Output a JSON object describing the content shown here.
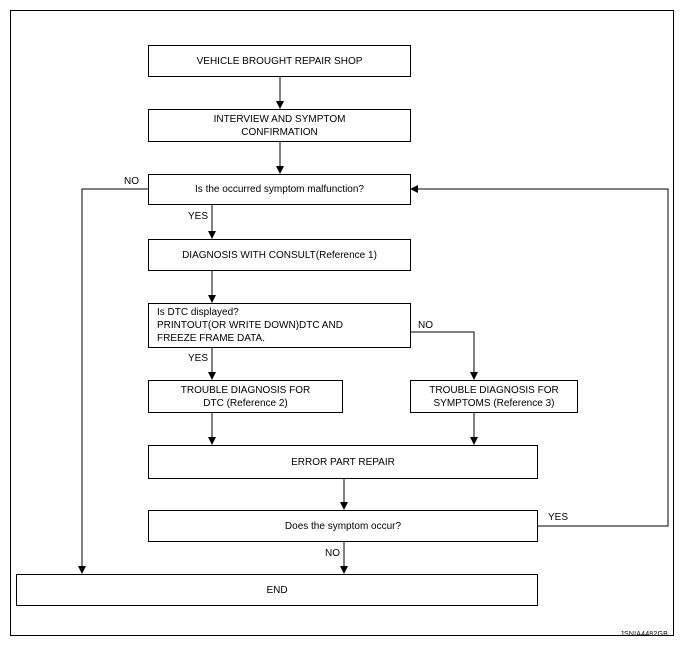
{
  "boxes": {
    "b1": "VEHICLE BROUGHT REPAIR SHOP",
    "b2": "INTERVIEW AND SYMPTOM\nCONFIRMATION",
    "b3": "Is the occurred symptom malfunction?",
    "b4": "DIAGNOSIS WITH CONSULT(Reference 1)",
    "b5": "Is DTC displayed?\nPRINTOUT(OR WRITE DOWN)DTC AND\nFREEZE FRAME DATA.",
    "b6": "TROUBLE DIAGNOSIS FOR\nDTC (Reference 2)",
    "b7": "TROUBLE DIAGNOSIS FOR\nSYMPTOMS (Reference 3)",
    "b8": "ERROR PART REPAIR",
    "b9": "Does the symptom occur?",
    "b10": "END"
  },
  "labels": {
    "no_symptom": "NO",
    "yes_symptom": "YES",
    "no_dtc": "NO",
    "yes_dtc": "YES",
    "yes_occur": "YES",
    "no_occur": "NO"
  },
  "figure_code": "JSNIA4482GB"
}
